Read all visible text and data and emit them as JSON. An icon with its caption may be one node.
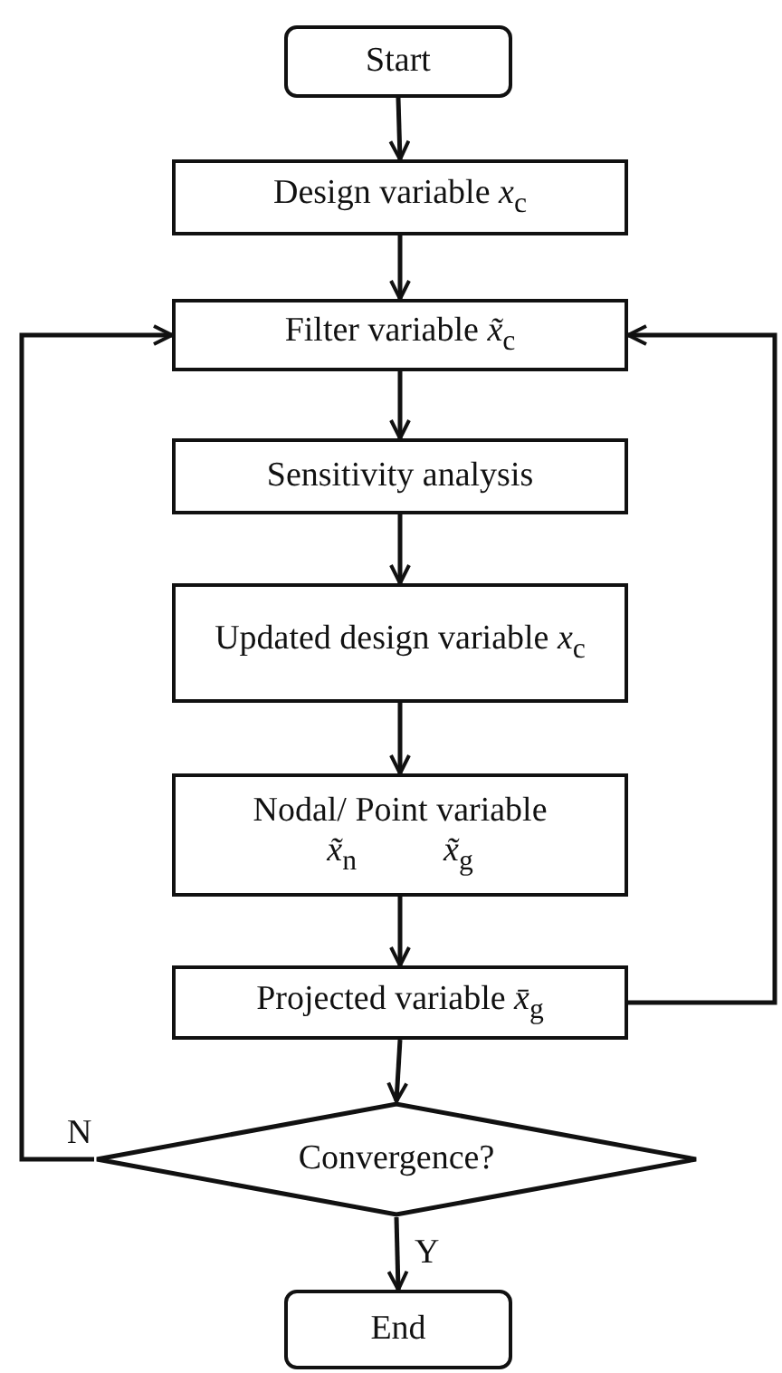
{
  "diagram": {
    "nodes": [
      {
        "text": [
          "Start"
        ]
      },
      {
        "text": [
          "Design variable *x*$_{c}$"
        ]
      },
      {
        "text": [
          "Filter variable *x̃*$_{c}$"
        ]
      },
      {
        "text": [
          "Sensitivity analysis"
        ]
      },
      {
        "text": [
          "Updated design variable *x*$_{c}$"
        ]
      },
      {
        "text": [
          "Nodal/ Point variable",
          "*x̃*$_{n}$",
          "*x̃*$_{g}$"
        ]
      },
      {
        "text": [
          "Projected variable *x̄*$_{g}$"
        ]
      },
      {
        "text": [
          "Convergence?"
        ]
      },
      {
        "text": [
          "End"
        ]
      }
    ],
    "edges": [
      {
        "from": 0,
        "to": 1,
        "arrow": "to"
      },
      {
        "from": 1,
        "to": 2,
        "arrow": "to"
      },
      {
        "from": 2,
        "to": 3,
        "arrow": "to"
      },
      {
        "from": 3,
        "to": 4,
        "arrow": "to"
      },
      {
        "from": 4,
        "to": 5,
        "arrow": "to"
      },
      {
        "from": 5,
        "to": 6,
        "arrow": "to"
      },
      {
        "from": 6,
        "to": 7,
        "arrow": "to"
      },
      {
        "from": 7,
        "to": 2,
        "arrow": "to",
        "label": "N"
      },
      {
        "from": 6,
        "to": 2,
        "arrow": "to"
      },
      {
        "from": 7,
        "to": 8,
        "arrow": "to",
        "label": "Y"
      }
    ]
  }
}
